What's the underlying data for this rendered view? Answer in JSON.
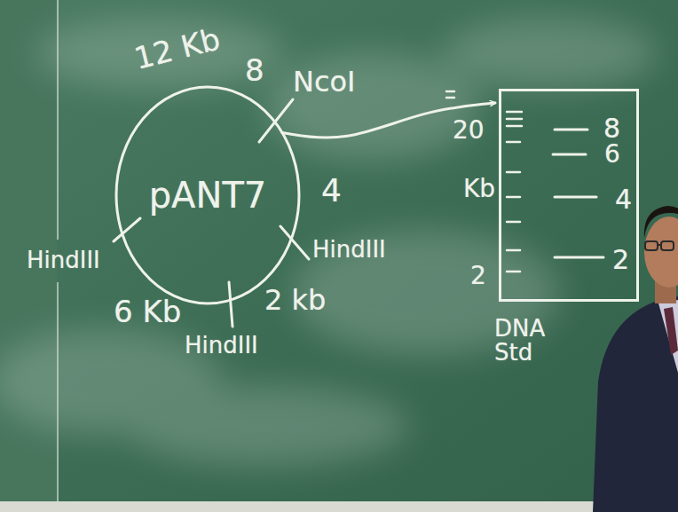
{
  "diagram": {
    "nodes": [
      {
        "text": [
          "pANT7"
        ]
      },
      {
        "text": [
          "8",
          "6",
          "4",
          "2",
          "DNA Std"
        ]
      }
    ],
    "edges": [
      {
        "from": 0,
        "to": 1,
        "arrow": "to"
      }
    ],
    "labels": [
      "12 Kb",
      "8",
      "NcoI",
      "4",
      "HindIII",
      "2 kb",
      "HindIII",
      "6 Kb",
      "HindIII",
      "20",
      "Kb",
      "2"
    ]
  }
}
